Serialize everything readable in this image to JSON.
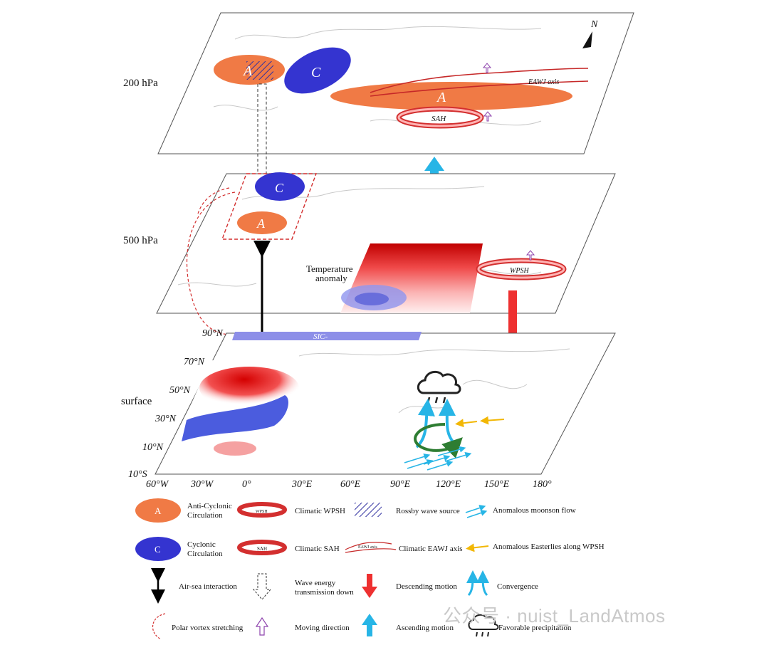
{
  "levels": {
    "upper": "200 hPa",
    "middle": "500 hPa",
    "surface": "surface"
  },
  "symbols": {
    "anticyclone": "A",
    "cyclone": "C",
    "north": "N",
    "sah": "SAH",
    "wpsh": "WPSH",
    "eawj_axis": "EAWJ axis",
    "sic": "SIC-",
    "temperature_anomaly": "Temperature anomaly"
  },
  "latitude_labels": [
    "90°N",
    "70°N",
    "50°N",
    "30°N",
    "10°N",
    "10°S"
  ],
  "longitude_labels": [
    "60°W",
    "30°W",
    "0°",
    "30°E",
    "60°E",
    "90°E",
    "120°E",
    "150°E",
    "180°"
  ],
  "legend": [
    {
      "key": "anticyclone",
      "label": "Anti-Cyclonic Circulation"
    },
    {
      "key": "climatic-wpsh",
      "label": "Climatic WPSH"
    },
    {
      "key": "rossby",
      "label": "Rossby wave source"
    },
    {
      "key": "monsoon",
      "label": "Anomalous moonson flow"
    },
    {
      "key": "cyclone",
      "label": "Cyclonic Circulation"
    },
    {
      "key": "climatic-sah",
      "label": "Climatic SAH"
    },
    {
      "key": "eawj",
      "label": "Climatic EAWJ axis"
    },
    {
      "key": "easterlies",
      "label": "Anomalous Easterlies along WPSH"
    },
    {
      "key": "air-sea",
      "label": "Air-sea interaction"
    },
    {
      "key": "wave-energy",
      "label": "Wave energy transmission down"
    },
    {
      "key": "descending",
      "label": "Descending motion"
    },
    {
      "key": "convergence",
      "label": "Convergence"
    },
    {
      "key": "polar-vortex",
      "label": "Polar vortex stretching"
    },
    {
      "key": "moving",
      "label": "Moving direction"
    },
    {
      "key": "ascending",
      "label": "Ascending motion"
    },
    {
      "key": "precip",
      "label": "Favorable precipitation"
    }
  ],
  "watermark": "公众号 · nuist_LandAtmos",
  "colors": {
    "anticyclone": "#f07a45",
    "cyclone": "#3434d0",
    "warm": "#d7191c",
    "cool": "#3a55d8",
    "ascending": "#27b5e6",
    "descending": "#ee3030",
    "easterlies": "#f2b705",
    "circulation_green": "#2e7d32",
    "sic_band": "#8d8fe8"
  }
}
